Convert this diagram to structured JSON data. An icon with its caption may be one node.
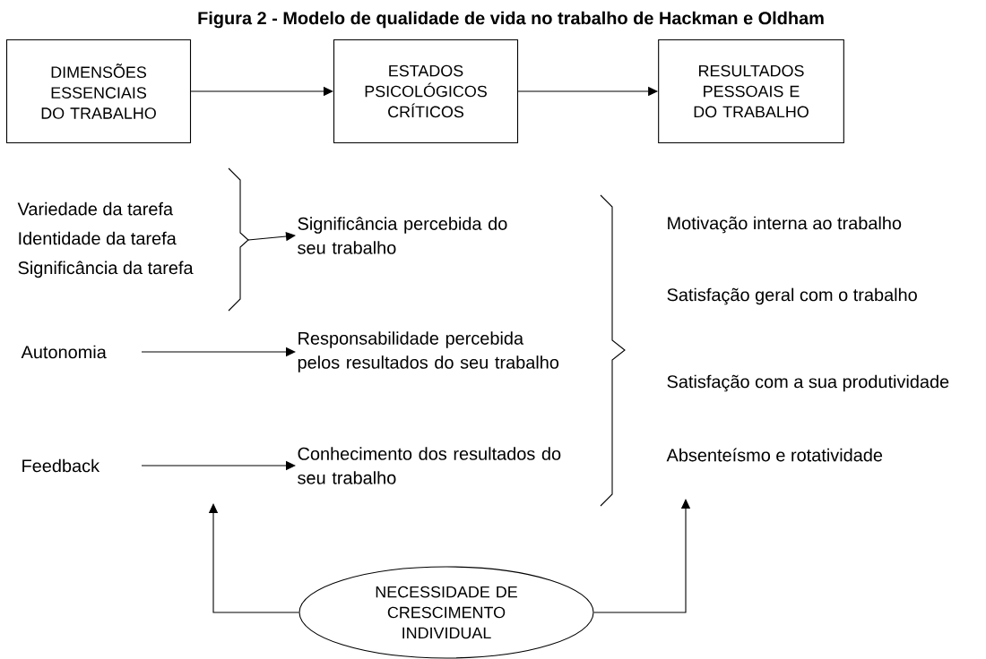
{
  "diagram": {
    "title": "Figura 2 - Modelo de qualidade de vida no trabalho de Hackman e Oldham",
    "nodes": [
      {
        "text": [
          "DIMENSÕES ESSENCIAIS DO TRABALHO"
        ]
      },
      {
        "text": [
          "ESTADOS PSICOLÓGICOS CRÍTICOS"
        ]
      },
      {
        "text": [
          "RESULTADOS PESSOAIS E DO TRABALHO"
        ]
      },
      {
        "text": [
          "Variedade da tarefa",
          "Identidade da tarefa",
          "Significância da tarefa"
        ]
      },
      {
        "text": [
          "Significância percebida do seu trabalho"
        ]
      },
      {
        "text": [
          "Autonomia"
        ]
      },
      {
        "text": [
          "Responsabilidade percebida pelos resultados do seu trabalho"
        ]
      },
      {
        "text": [
          "Feedback"
        ]
      },
      {
        "text": [
          "Conhecimento dos resultados do seu trabalho"
        ]
      },
      {
        "text": [
          "NECESSIDADE DE CRESCIMENTO INDIVIDUAL"
        ]
      }
    ],
    "edges": [
      {
        "from": 0,
        "to": 1,
        "arrow": "to"
      },
      {
        "from": 1,
        "to": 2,
        "arrow": "to"
      },
      {
        "from": 3,
        "to": 4,
        "arrow": "to"
      },
      {
        "from": 5,
        "to": 6,
        "arrow": "to"
      },
      {
        "from": 7,
        "to": 8,
        "arrow": "to"
      },
      {
        "from": 9,
        "to": null,
        "arrow": "to"
      },
      {
        "from": 9,
        "to": null,
        "arrow": "to"
      }
    ],
    "labels": [
      "Motivação interna ao trabalho",
      "Satisfação geral com o trabalho",
      "Satisfação com a sua produtividade",
      "Absenteísmo e rotatividade"
    ]
  }
}
